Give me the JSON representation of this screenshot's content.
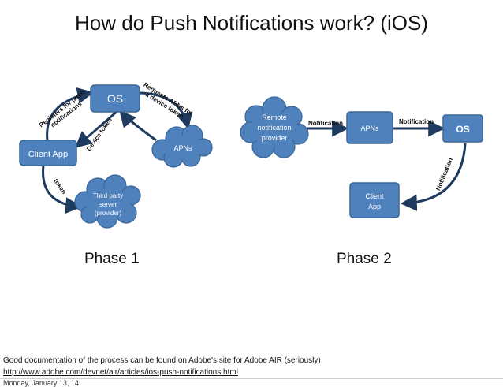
{
  "title": "How do Push Notifications work? (iOS)",
  "phase1": {
    "label": "Phase 1",
    "nodes": {
      "os": "OS",
      "client_app": "Client App",
      "apns": "APNs",
      "third_party": [
        "Third party",
        "server",
        "(provider)"
      ]
    },
    "edges": {
      "register": [
        "Registers for push",
        "notifications"
      ],
      "request": [
        "Requests APNs for",
        "a device token"
      ],
      "device_token": "Device token",
      "token": "token"
    }
  },
  "phase2": {
    "label": "Phase 2",
    "nodes": {
      "remote_provider": [
        "Remote",
        "notification",
        "provider"
      ],
      "apns": "APNs",
      "os": "OS",
      "client_app": [
        "Client",
        "App"
      ]
    },
    "edges": {
      "n1": "Notification",
      "n2": "Notification",
      "n3": "Notification"
    }
  },
  "footer": {
    "note": "Good documentation of the process can be found on Adobe's site for Adobe AIR (seriously)",
    "link": "http://www.adobe.com/devnet/air/articles/ios-push-notifications.html",
    "date": "Monday, January 13, 14"
  },
  "colors": {
    "node_fill": "#4f81bd",
    "node_stroke": "#3a6796",
    "arrow": "#1f3a5f"
  }
}
